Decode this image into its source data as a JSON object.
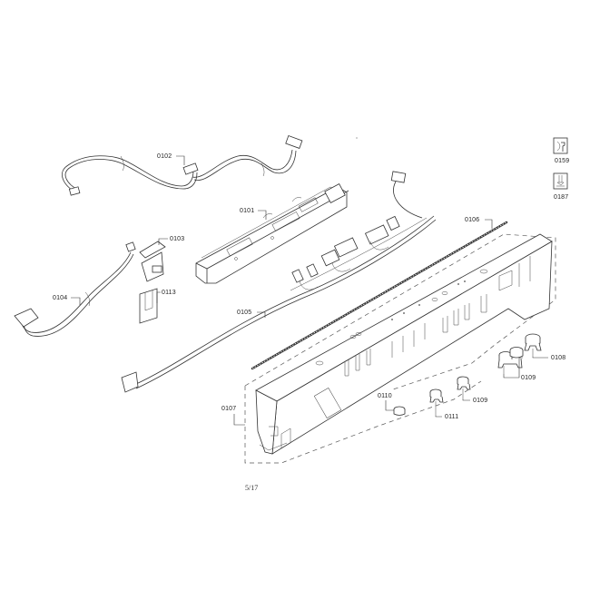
{
  "diagram": {
    "type": "exploded-parts-diagram",
    "page_number": "5/17",
    "parts": [
      {
        "id": "0101",
        "label": "0101",
        "description": "control module / electronic board"
      },
      {
        "id": "0102",
        "label": "0102",
        "description": "cable harness with connectors"
      },
      {
        "id": "0103",
        "label": "0103",
        "description": "switch / connector block"
      },
      {
        "id": "0104",
        "label": "0104",
        "description": "cable harness"
      },
      {
        "id": "0105",
        "label": "0105",
        "description": "wiring loom with connectors"
      },
      {
        "id": "0106",
        "label": "0106",
        "description": "sealing strip"
      },
      {
        "id": "0107",
        "label": "0107",
        "description": "control panel facia"
      },
      {
        "id": "0108",
        "label": "0108",
        "description": "push button"
      },
      {
        "id": "0109a",
        "label": "0109",
        "description": "double push button"
      },
      {
        "id": "0109b",
        "label": "0109",
        "description": "push button"
      },
      {
        "id": "0110",
        "label": "0110",
        "description": "button cap"
      },
      {
        "id": "0111",
        "label": "0111",
        "description": "push button"
      },
      {
        "id": "0113",
        "label": "0113",
        "description": "insulation plate"
      }
    ],
    "legend_icons": [
      {
        "id": "0159",
        "label": "0159",
        "icon": "wrench-tool-icon"
      },
      {
        "id": "0187",
        "label": "0187",
        "icon": "press-tool-icon"
      }
    ]
  }
}
